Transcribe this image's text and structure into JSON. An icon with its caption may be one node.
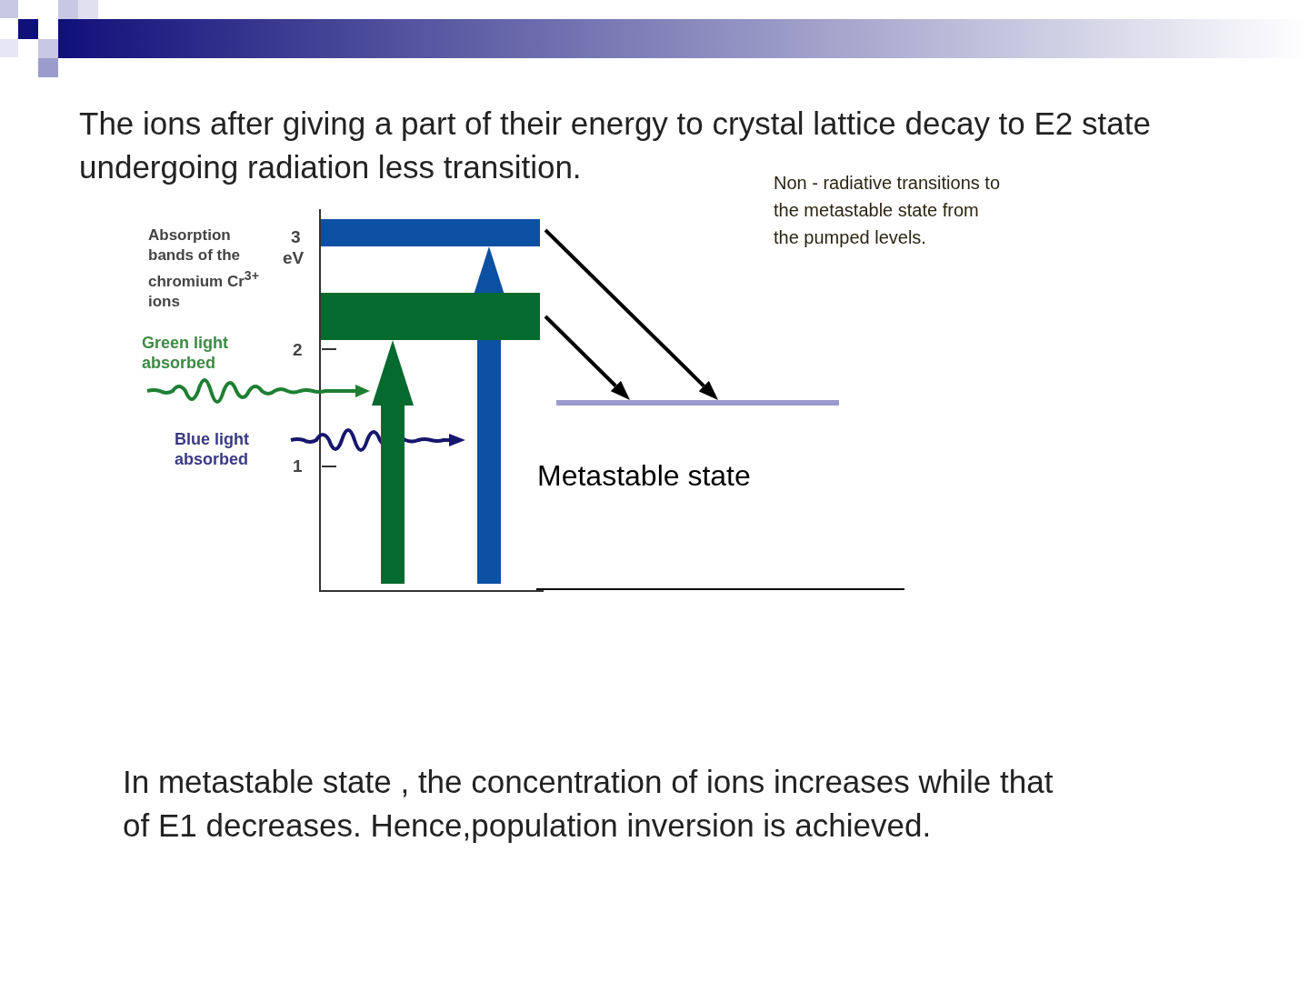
{
  "diagram": {
    "nodes": [
      {
        "text": [],
        "shape": "bar"
      },
      {
        "text": [],
        "shape": "bar"
      },
      {
        "text": [],
        "shape": "bar",
        "beside": [
          "Metastable state"
        ]
      },
      {
        "text": [],
        "shape": "bar"
      }
    ],
    "edges": [
      {
        "from": null,
        "to": 1,
        "arrow": "to",
        "style": "thick",
        "color": "#056a2e"
      },
      {
        "from": null,
        "to": 0,
        "arrow": "to",
        "style": "thick",
        "color": "#0b50a2"
      },
      {
        "from": 0,
        "to": 2,
        "arrow": "to"
      },
      {
        "from": 1,
        "to": 2,
        "arrow": "to"
      }
    ],
    "labels": [
      "The ions after giving a part of their energy to crystal lattice decay to E2 state undergoing radiation less transition.",
      "Absorption bands of the chromium Cr$^{3+}$ ions",
      "3",
      "eV",
      "2",
      "Green light absorbed",
      "Blue light absorbed",
      "1",
      "Non - radiative transitions to the metastable state from the pumped levels.",
      "In metastable state , the concentration of ions increases  while that of E1 decreases. Hence,population inversion is achieved."
    ]
  }
}
